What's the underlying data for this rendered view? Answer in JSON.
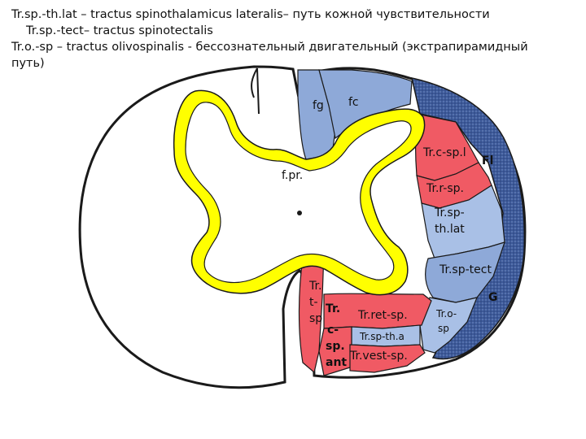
{
  "caption": {
    "line1": "Tr.sp.-th.lat – tractus spinothalamicus lateralis– путь кожной чувствительности",
    "line2": "Tr.sp.-tect– tractus spinotectalis",
    "line3": "Tr.o.-sp – tractus olivospinalis  - бессознательный двигательный (экстрапирамидный",
    "line4": "путь)"
  },
  "labels": {
    "fg": "fg",
    "fc": "fc",
    "fpr": "f.pr.",
    "tr_c_sp_l": "Tr.c-sp.l",
    "fl": "Fl",
    "tr_r_sp": "Tr.r-sp.",
    "tr_sp_th_lat_1": "Tr.sp-",
    "tr_sp_th_lat_2": "th.lat",
    "tr_sp_tect": "Tr.sp-tect",
    "g": "G",
    "tr_t_sp_1": "Tr.",
    "tr_t_sp_2": "t-",
    "tr_t_sp_3": "sp",
    "tr_c_sp_ant_1": "Tr.",
    "tr_c_sp_ant_2": "c-",
    "tr_c_sp_ant_3": "sp.",
    "tr_c_sp_ant_4": "ant",
    "tr_ret_sp": "Tr.ret-sp.",
    "tr_sp_th_a": "Tr.sp-th.a",
    "tr_vest_sp": "Tr.vest-sp.",
    "tr_o_sp_1": "Tr.o-",
    "tr_o_sp_2": "sp"
  },
  "colors": {
    "yellow_gray_matter": "#ffff00",
    "blue_posterior_columns": "#8ea9d8",
    "red_tracts": "#f05a64",
    "light_blue_tracts": "#a9c0e6",
    "dark_blue_border": "#3d5a9a",
    "outline": "#1a1a1a"
  }
}
